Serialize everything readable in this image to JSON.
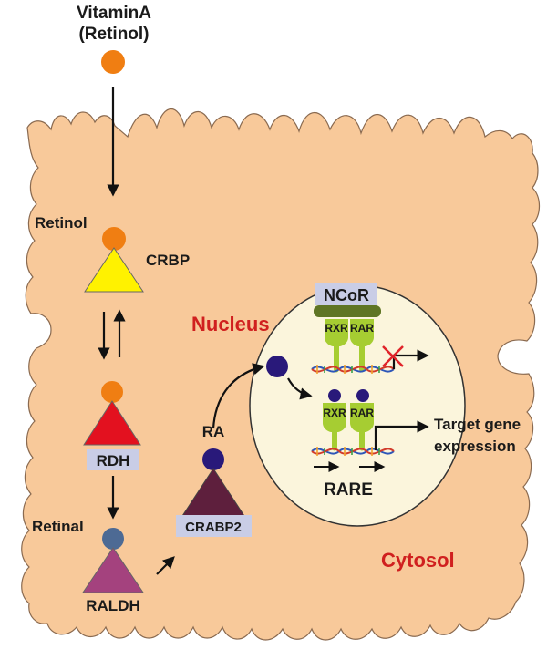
{
  "title": {
    "line1": "VitaminA",
    "line2": "(Retinol)"
  },
  "labels": {
    "retinol": "Retinol",
    "crbp": "CRBP",
    "rdh": "RDH",
    "retinal": "Retinal",
    "raldh": "RALDH",
    "ra": "RA",
    "crabp2": "CRABP2",
    "nucleus": "Nucleus",
    "cytosol": "Cytosol",
    "ncor": "NCoR",
    "rxr": "RXR",
    "rar": "RAR",
    "rare": "RARE",
    "target_line1": "Target gene",
    "target_line2": "expression"
  },
  "colors": {
    "cell": "#f8c99a",
    "cell_border": "#8a6a50",
    "nucleus": "#fbf5dc",
    "retinol_ball": "#f07e12",
    "crbp": "#fff200",
    "rdh": "#e3111f",
    "retinal_ball": "#4d6a94",
    "raldh": "#a4427e",
    "crabp2": "#5e1f3d",
    "ra_ball": "#29197a",
    "label_box": "#c9cde6",
    "ncor": "#5f7524",
    "receptor": "#a6cd32",
    "repress_x": "#e0242a",
    "text_accent": "#d0201f"
  }
}
